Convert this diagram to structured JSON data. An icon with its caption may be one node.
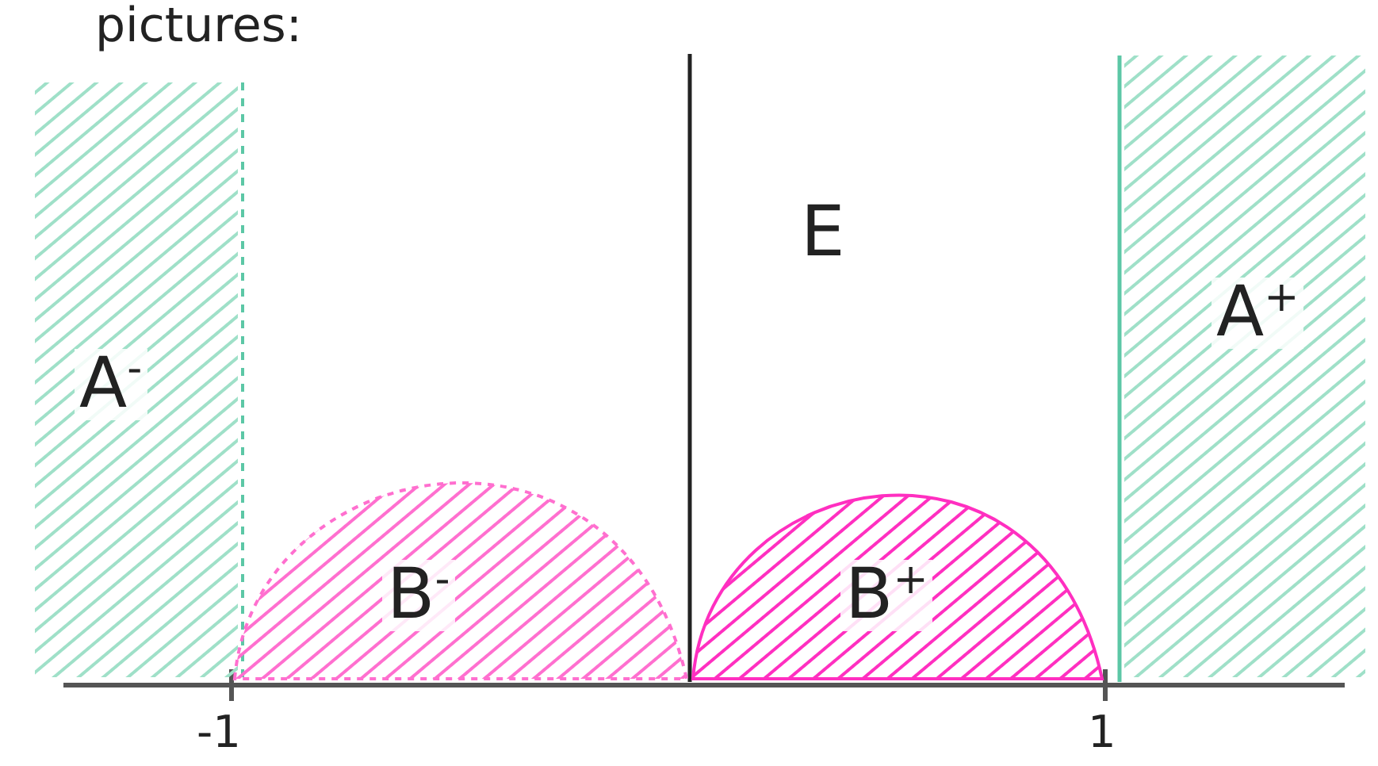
{
  "diagram": {
    "nodes": [
      {
        "text": [
          "A$^{-}$"
        ]
      },
      {
        "text": [
          "B$^{-}$"
        ]
      },
      {
        "text": [
          "B$^{+}$"
        ]
      },
      {
        "text": [
          "A$^{+}$"
        ]
      }
    ],
    "labels": [
      "pictures:",
      "E",
      "-1",
      "1"
    ]
  }
}
